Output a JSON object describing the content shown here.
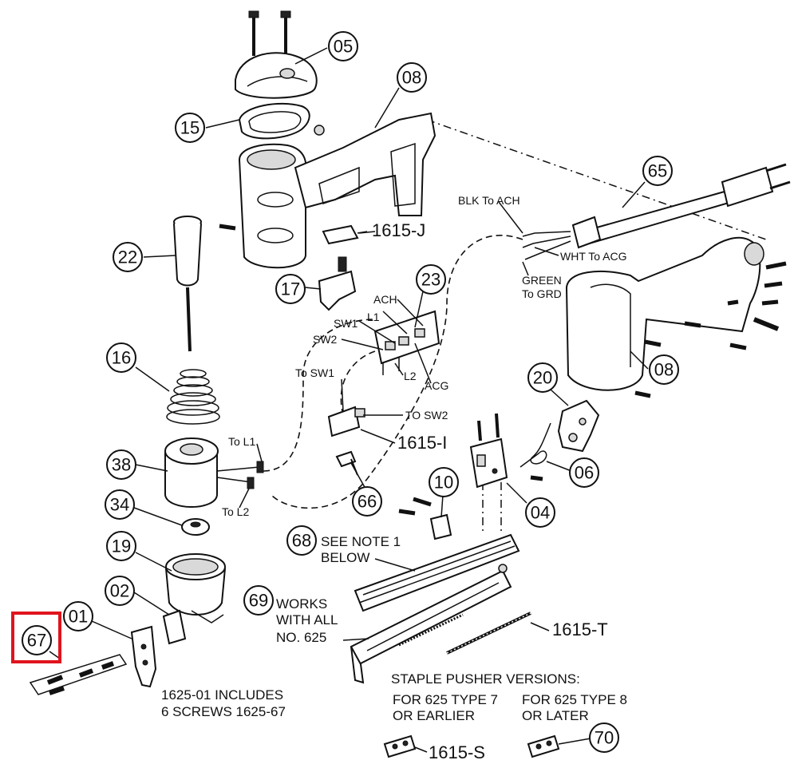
{
  "callouts": {
    "p05": "05",
    "p08a": "08",
    "p15": "15",
    "p65": "65",
    "p22": "22",
    "p17": "17",
    "p23": "23",
    "p16": "16",
    "p08b": "08",
    "p20": "20",
    "p38": "38",
    "p06": "06",
    "p34": "34",
    "p66": "66",
    "p10": "10",
    "p04": "04",
    "p68": "68",
    "p19": "19",
    "p02": "02",
    "p69": "69",
    "p01": "01",
    "p67": "67",
    "p70": "70"
  },
  "labels": {
    "j1615": "1615-J",
    "i1615": "1615-I",
    "t1615": "1615-T",
    "s1615": "1615-S",
    "blk_to_ach": "BLK To ACH",
    "wht_to_acg": "WHT To ACG",
    "green": "GREEN",
    "to_grd": "To GRD",
    "ach": "ACH",
    "l1": "L1",
    "sw1": "SW1",
    "sw2": "SW2",
    "l2": "L2",
    "acg": "ACG",
    "to_sw1": "To SW1",
    "to_sw2": "TO SW2",
    "to_l1": "To L1",
    "to_l2": "To L2",
    "see_note_1": "SEE NOTE 1",
    "below": "BELOW",
    "works": "WORKS",
    "with_all": "WITH ALL",
    "no_625": "NO. 625",
    "includes_1": "1625-01 INCLUDES",
    "includes_2": "6 SCREWS 1625-67",
    "pusher_title": "STAPLE PUSHER VERSIONS:",
    "type7_a": "FOR 625 TYPE 7",
    "type7_b": "OR EARLIER",
    "type8_a": "FOR 625 TYPE 8",
    "type8_b": "OR LATER"
  },
  "highlight": {
    "color": "#e0141e",
    "target": "67"
  }
}
